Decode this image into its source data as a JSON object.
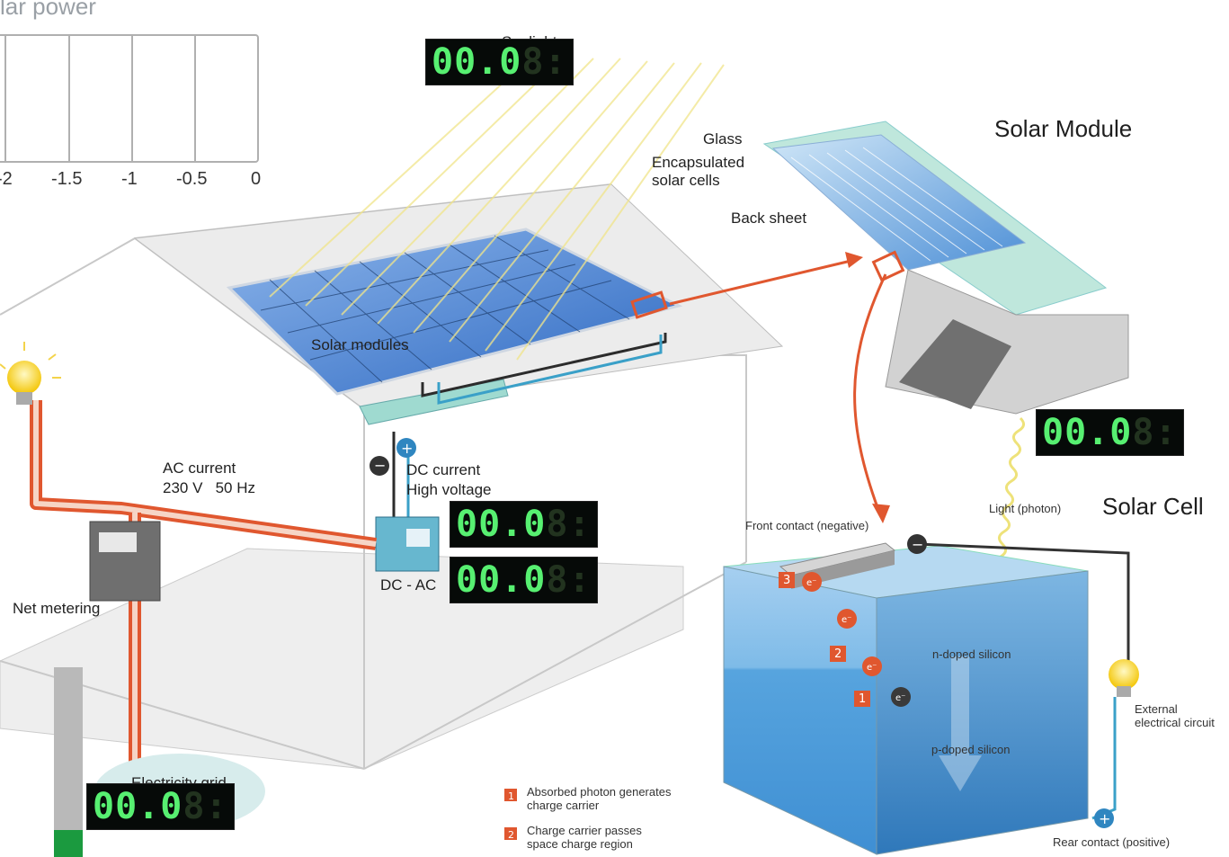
{
  "graph": {
    "title": "lar power",
    "x_ticks": [
      "-2",
      "-1.5",
      "-1",
      "-0.5",
      "0"
    ]
  },
  "displays": {
    "sunlight": "00.0",
    "solar_cell": "00.0",
    "dc": "00.0",
    "ac": "00.0",
    "grid": "00.0"
  },
  "labels": {
    "sunlight": "Sunlight",
    "solar_modules": "Solar modules",
    "dc_current": "DC current",
    "high_voltage": "High voltage",
    "ac_current": "AC current",
    "ac_spec": "230 V   50 Hz",
    "net_metering": "Net metering",
    "dc_ac": "DC - AC",
    "electricity_grid": "Electricity grid",
    "solar_module_title": "Solar Module",
    "glass": "Glass",
    "encapsulated": "Encapsulated\nsolar cells",
    "back_sheet": "Back sheet",
    "solar_cell_title": "Solar Cell",
    "light_photon": "Light (photon)",
    "front_contact": "Front contact (negative)",
    "n_doped": "n-doped silicon",
    "p_doped": "p-doped silicon",
    "external": "External\nelectrical circuit",
    "rear_contact": "Rear contact (positive)"
  },
  "legend": [
    {
      "num": "1",
      "text": "Absorbed photon generates\ncharge carrier"
    },
    {
      "num": "2",
      "text": "Charge carrier passes\nspace charge region"
    }
  ],
  "level_bar": {
    "fill_fraction": 0.14
  },
  "colors": {
    "lcd_on": "#57f071",
    "cable": "#e0572f",
    "cell_blue": "#6fb3e6",
    "panel": "#3e7fd0"
  }
}
